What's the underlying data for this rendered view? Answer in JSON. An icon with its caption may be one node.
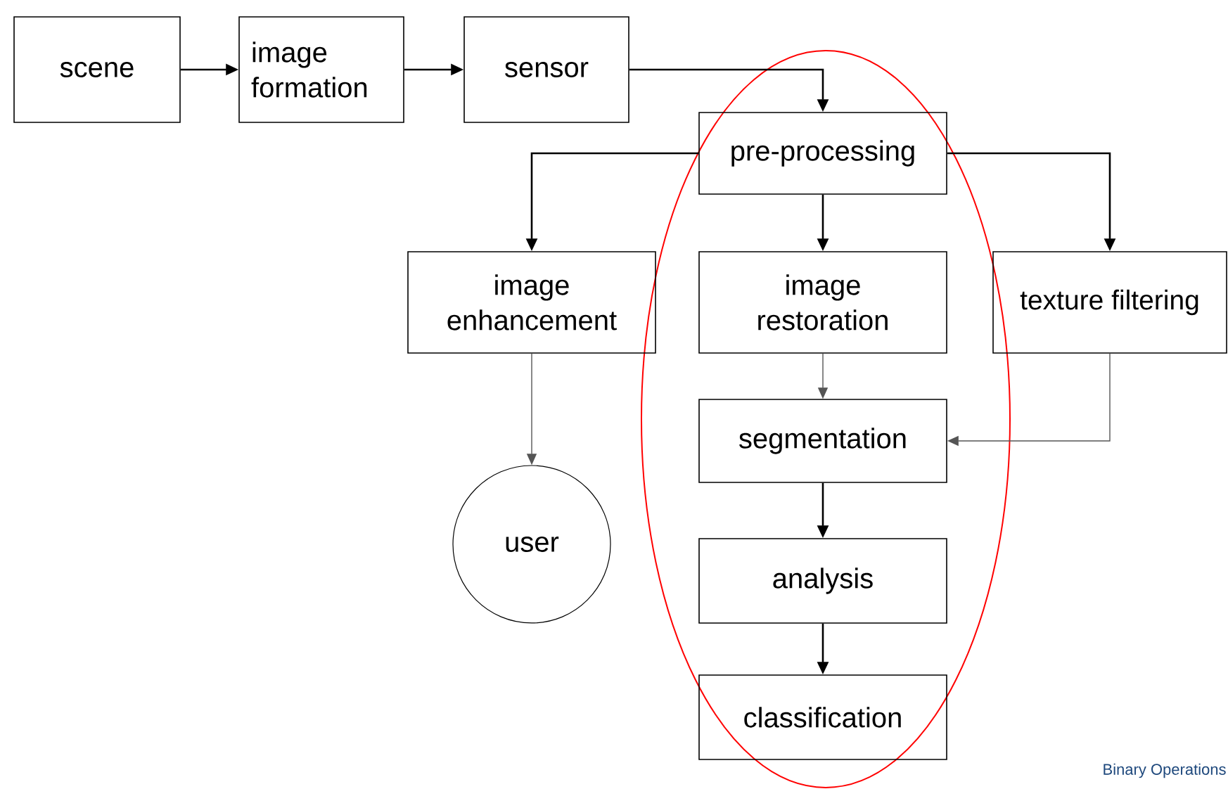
{
  "diagram": {
    "nodes": [
      {
        "text": [
          "scene"
        ]
      },
      {
        "text": [
          "image formation"
        ]
      },
      {
        "text": [
          "sensor"
        ]
      },
      {
        "text": [
          "pre-processing"
        ]
      },
      {
        "text": [
          "image enhancement"
        ]
      },
      {
        "text": [
          "image restoration"
        ]
      },
      {
        "text": [
          "texture filtering"
        ]
      },
      {
        "text": [
          "segmentation"
        ]
      },
      {
        "text": [
          "user"
        ]
      },
      {
        "text": [
          "analysis"
        ]
      },
      {
        "text": [
          "classification"
        ]
      }
    ],
    "edges": [
      {
        "from": 0,
        "to": 1,
        "arrow": "to"
      },
      {
        "from": 1,
        "to": 2,
        "arrow": "to"
      },
      {
        "from": 2,
        "to": 3,
        "arrow": "to"
      },
      {
        "from": 3,
        "to": 4,
        "arrow": "to"
      },
      {
        "from": 3,
        "to": 5,
        "arrow": "to"
      },
      {
        "from": 3,
        "to": 6,
        "arrow": "to"
      },
      {
        "from": 4,
        "to": 8,
        "arrow": "to",
        "color": "#555555"
      },
      {
        "from": 5,
        "to": 7,
        "arrow": "to",
        "color": "#555555"
      },
      {
        "from": 6,
        "to": 7,
        "arrow": "to",
        "color": "#555555"
      },
      {
        "from": 7,
        "to": 9,
        "arrow": "to"
      },
      {
        "from": 9,
        "to": 10,
        "arrow": "to"
      }
    ],
    "labels": [
      "Binary Operations"
    ]
  }
}
